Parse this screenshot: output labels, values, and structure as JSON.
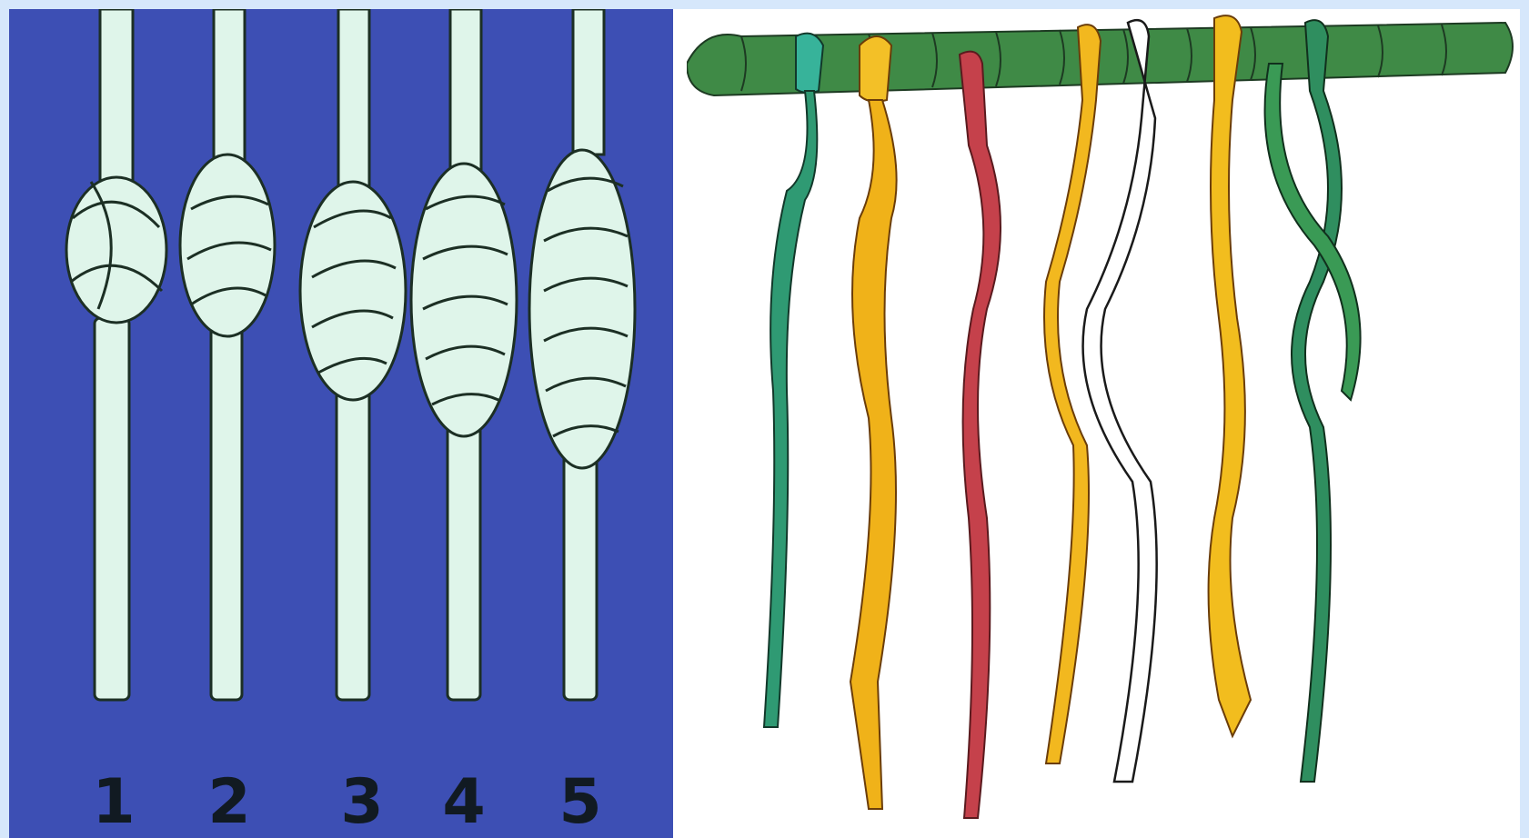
{
  "left_panel": {
    "background_color": "#3d4fb4",
    "rope_color": "#dff5ea",
    "knot_labels": [
      "1",
      "2",
      "3",
      "4",
      "5"
    ]
  },
  "right_panel": {
    "background_color": "#ffffff",
    "strand_colors": [
      "#2f9a73",
      "#f0b219",
      "#c5414b",
      "#f2b81f",
      "#ffffff",
      "#f2bd1e",
      "#2f8e5f"
    ],
    "bar_color": "#3f8a46"
  }
}
